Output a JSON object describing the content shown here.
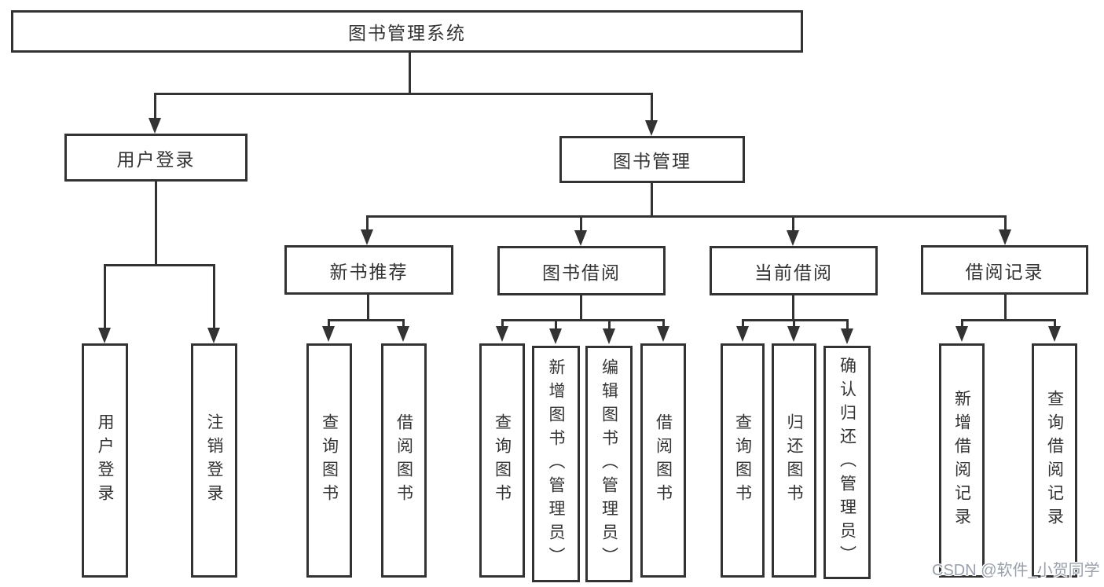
{
  "diagram": {
    "title": "图书管理系统",
    "watermark": "CSDN @软件_小贺同学",
    "colors": {
      "line": "#333333",
      "text": "#333333",
      "background": "#ffffff",
      "watermark": "#9aa0aa"
    },
    "nodes": {
      "root": {
        "label": "图书管理系统"
      },
      "user_login": {
        "label": "用户登录"
      },
      "book_mgmt": {
        "label": "图书管理"
      },
      "new_books": {
        "label": "新书推荐"
      },
      "book_borrow": {
        "label": "图书借阅"
      },
      "current_borrow": {
        "label": "当前借阅"
      },
      "borrow_records": {
        "label": "借阅记录"
      }
    },
    "leaves": {
      "user_login": [
        "用户登录",
        "注销登录"
      ],
      "new_books": [
        "查询图书",
        "借阅图书"
      ],
      "book_borrow": [
        "查询图书",
        "新增图书（管理员）",
        "编辑图书（管理员）",
        "借阅图书"
      ],
      "current_borrow": [
        "查询图书",
        "归还图书",
        "确认归还（管理员）"
      ],
      "borrow_records": [
        "新增借阅记录",
        "查询借阅记录"
      ]
    }
  }
}
